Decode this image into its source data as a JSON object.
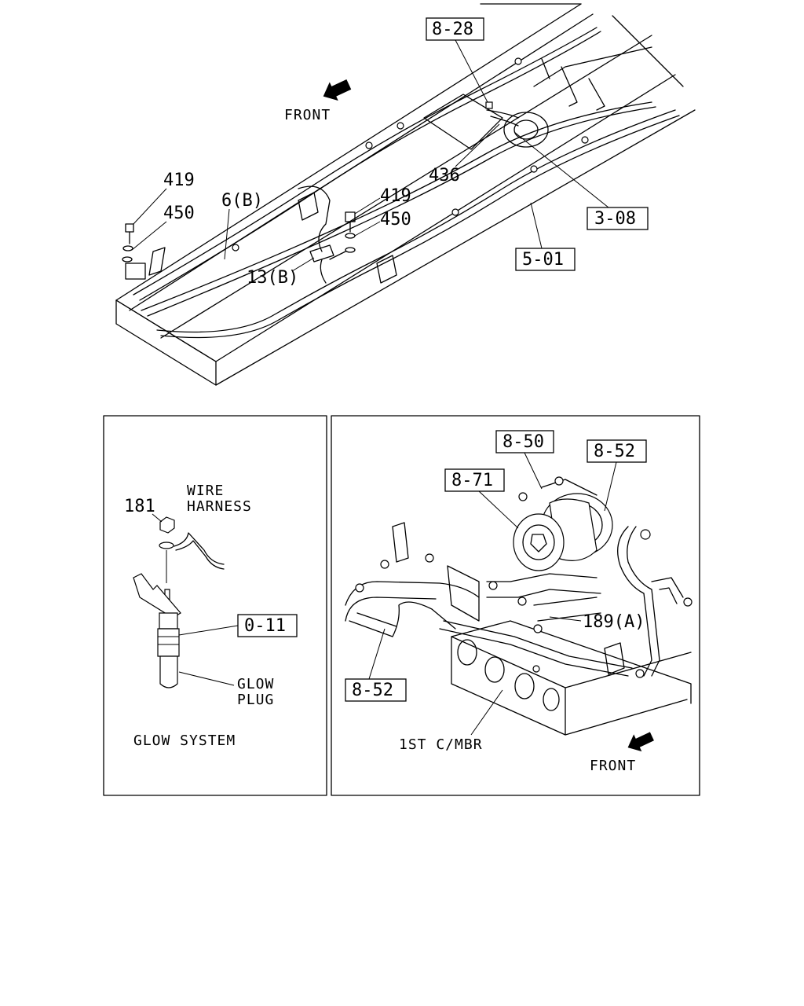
{
  "top": {
    "front": "FRONT",
    "refs": [
      "8-28",
      "3-08",
      "5-01"
    ],
    "parts": [
      "419",
      "450",
      "6(B)",
      "419",
      "450",
      "13(B)",
      "436"
    ]
  },
  "glow": {
    "wire": "WIRE",
    "harness": "HARNESS",
    "nut": "181",
    "ref": "0-11",
    "glow": "GLOW",
    "plug": "PLUG",
    "caption": "GLOW SYSTEM"
  },
  "ac": {
    "refs": [
      "8-50",
      "8-52",
      "8-71",
      "8-52"
    ],
    "part": "189(A)",
    "member": "1ST C/MBR",
    "front": "FRONT"
  }
}
